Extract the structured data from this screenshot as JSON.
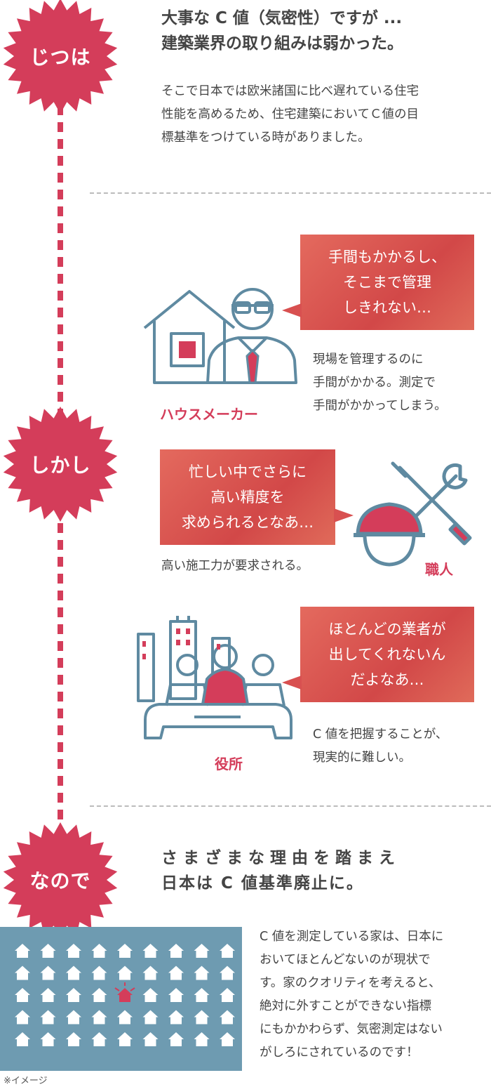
{
  "badges": {
    "jitsu": "じつは",
    "shikashi": "しかし",
    "node": "なので"
  },
  "section1": {
    "heading_line1": "大事な C 値（気密性）ですが ...",
    "heading_line2": "建築業界の取り組みは弱かった。",
    "body_line1": "そこで日本では欧米諸国に比べ遅れている住宅",
    "body_line2": "性能を高めるため、住宅建築においてＣ値の目",
    "body_line3": "標基準をつけている時がありました。"
  },
  "maker": {
    "bubble_line1": "手間もかかるし、",
    "bubble_line2": "そこまで管理",
    "bubble_line3": "しきれない…",
    "role": "ハウスメーカー",
    "desc_line1": "現場を管理するのに",
    "desc_line2": "手間がかかる。測定で",
    "desc_line3": "手間がかかってしまう。"
  },
  "craftsman": {
    "bubble_line1": "忙しい中でさらに",
    "bubble_line2": "高い精度を",
    "bubble_line3": "求められるとなあ…",
    "role": "職人",
    "desc": "高い施工力が要求される。"
  },
  "office": {
    "bubble_line1": "ほとんどの業者が",
    "bubble_line2": "出してくれないん",
    "bubble_line3": "だよなあ…",
    "role": "役所",
    "desc_line1": "C 値を把握することが、",
    "desc_line2": "現実的に難しい。"
  },
  "section3": {
    "heading_line1": "さまざまな理由を踏まえ",
    "heading_line2": "日本は C 値基準廃止に。",
    "body_line1": "C 値を測定している家は、日本に",
    "body_line2": "おいてほとんどないのが現状で",
    "body_line3": "す。家のクオリティを考えると、",
    "body_line4": "絶対に外すことができない指標",
    "body_line5": "にもかかわらず、気密測定はない",
    "body_line6": "がしろにされているのです！",
    "note": "※イメージ"
  },
  "colors": {
    "accent": "#d43d5a",
    "icon_blue": "#5f8aa1",
    "bubble_red": "#d85050",
    "panel_blue": "#6e9bb1"
  }
}
